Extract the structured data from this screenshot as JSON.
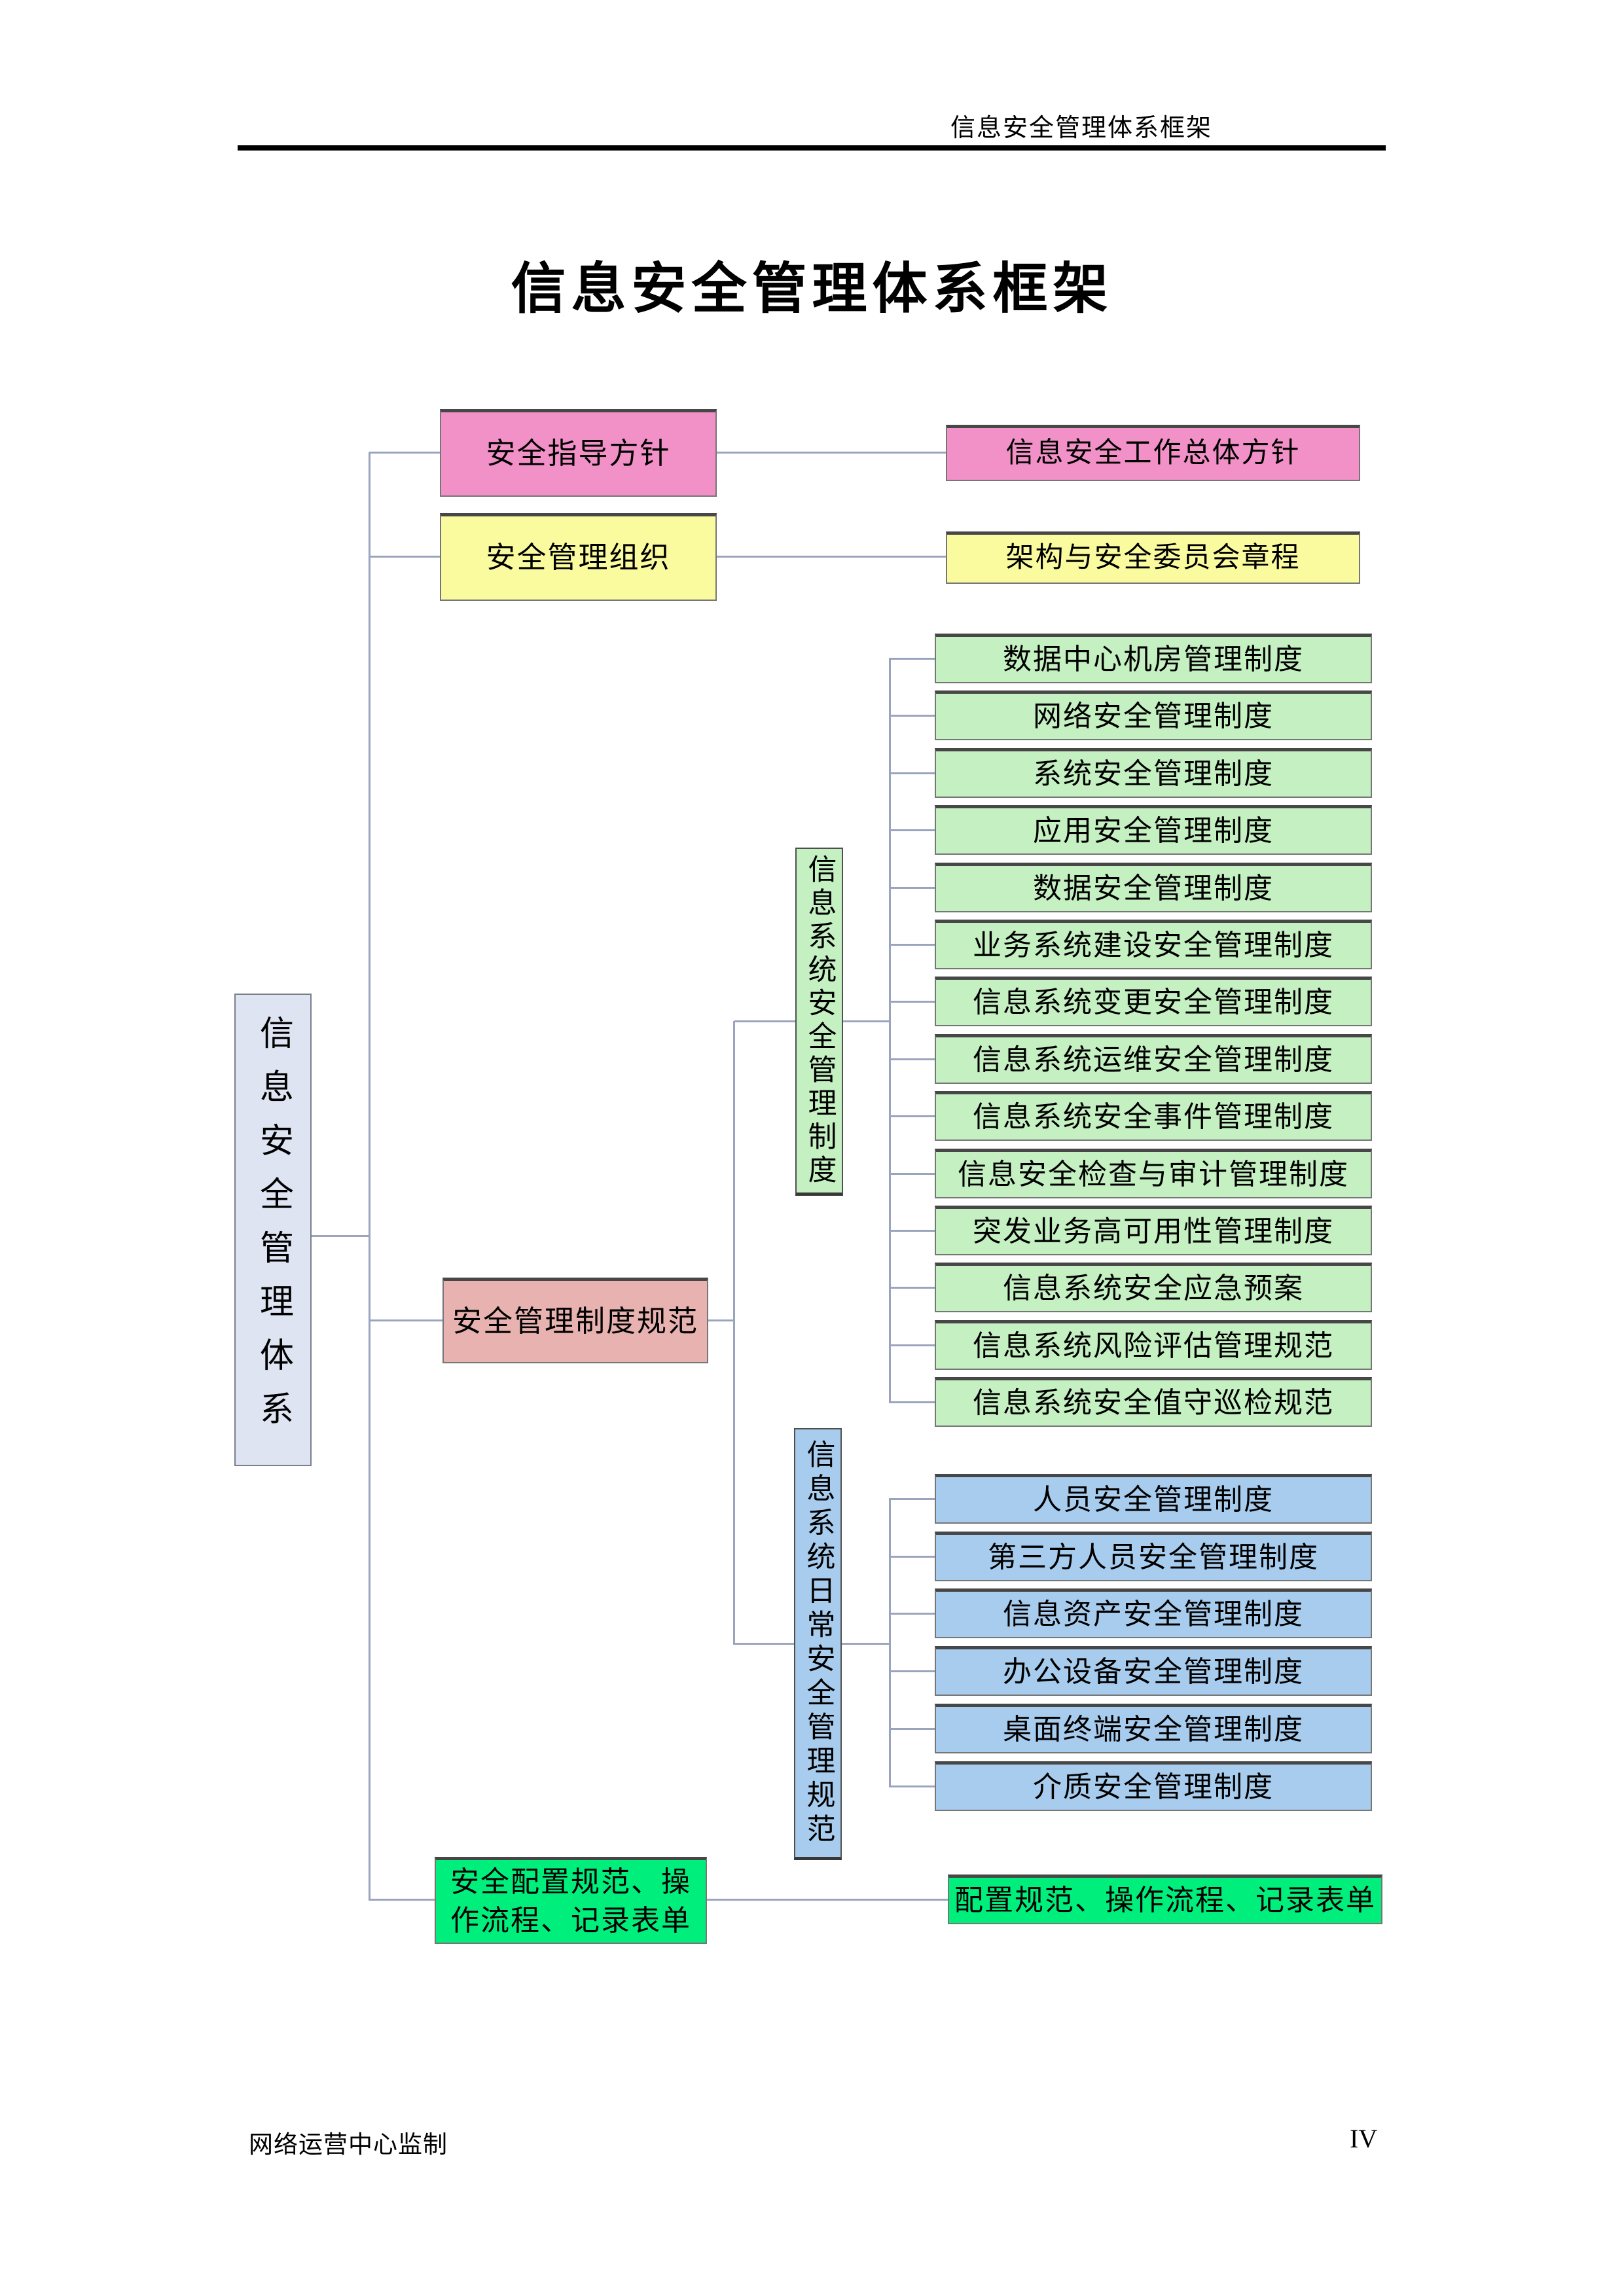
{
  "page": {
    "header_text": "信息安全管理体系框架",
    "title": "信息安全管理体系框架",
    "footer_left": "网络运营中心监制",
    "footer_right": "IV"
  },
  "tree": {
    "root_label": "信息安全管理体系",
    "row1": {
      "left": "安全指导方针",
      "right": "信息安全工作总体方针"
    },
    "row2": {
      "left": "安全管理组织",
      "right": "架构与安全委员会章程"
    },
    "row3": {
      "left": "安全管理制度规范"
    },
    "row4": {
      "left": "安全配置规范、操作流程、记录表单",
      "right": "配置规范、操作流程、记录表单"
    },
    "green_group": {
      "label": "信息系统安全管理制度",
      "items": [
        "数据中心机房管理制度",
        "网络安全管理制度",
        "系统安全管理制度",
        "应用安全管理制度",
        "数据安全管理制度",
        "业务系统建设安全管理制度",
        "信息系统变更安全管理制度",
        "信息系统运维安全管理制度",
        "信息系统安全事件管理制度",
        "信息安全检查与审计管理制度",
        "突发业务高可用性管理制度",
        "信息系统安全应急预案",
        "信息系统风险评估管理规范",
        "信息系统安全值守巡检规范"
      ]
    },
    "blue_group": {
      "label": "信息系统日常安全管理规范",
      "items": [
        "人员安全管理制度",
        "第三方人员安全管理制度",
        "信息资产安全管理制度",
        "办公设备安全管理制度",
        "桌面终端安全管理制度",
        "介质安全管理制度"
      ]
    }
  },
  "colors": {
    "pink": "#F291C7",
    "yellow": "#FAFA9E",
    "salmon": "#E7B2AF",
    "light_green": "#C5F0C2",
    "light_blue": "#A8CCEE",
    "bright_green": "#00EF7C",
    "root_lavender": "#DEE4F2",
    "connector_line": "#9AA5BD"
  }
}
